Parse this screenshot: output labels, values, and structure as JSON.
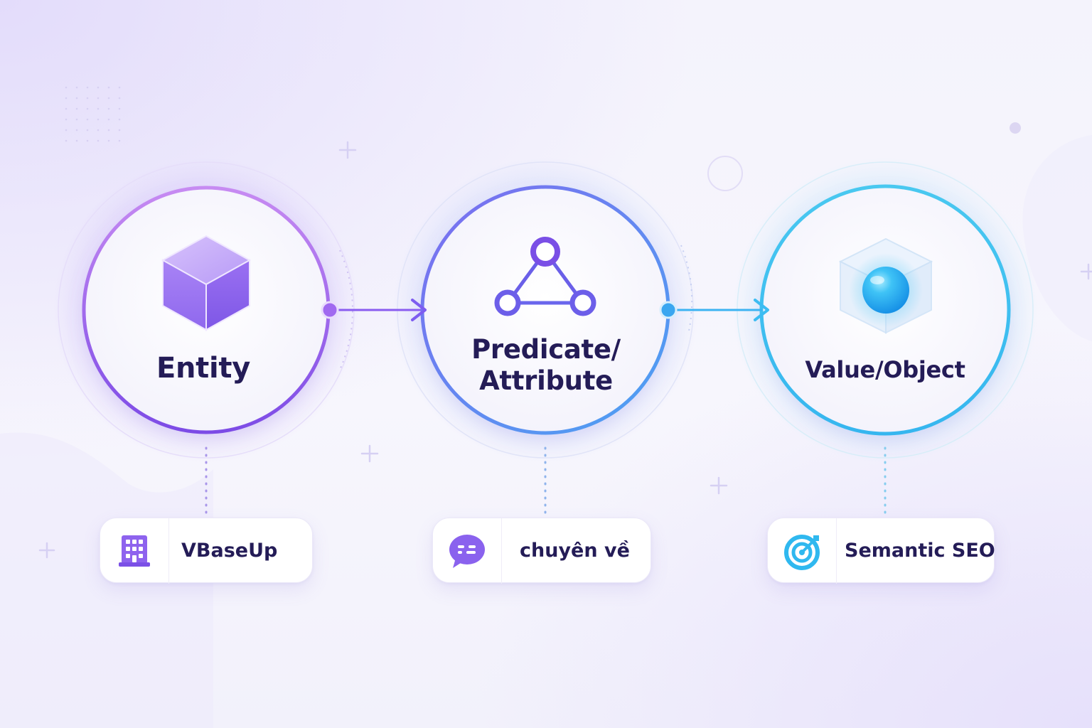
{
  "colors": {
    "entity_accent": "#8b5cf6",
    "predicate_accent": "#5b8ef0",
    "value_accent": "#38bdf8",
    "text_dark": "#241c57"
  },
  "nodes": [
    {
      "label": "Entity",
      "icon": "cube-icon"
    },
    {
      "label_line1": "Predicate/",
      "label_line2": "Attribute",
      "icon": "triangle-graph-icon"
    },
    {
      "label": "Value/Object",
      "icon": "sphere-in-cube-icon"
    }
  ],
  "chips": [
    {
      "text": "VBaseUp",
      "icon": "building-icon"
    },
    {
      "text": "chuyên về",
      "icon": "chat-bubble-icon"
    },
    {
      "text": "Semantic SEO",
      "icon": "target-icon"
    }
  ]
}
